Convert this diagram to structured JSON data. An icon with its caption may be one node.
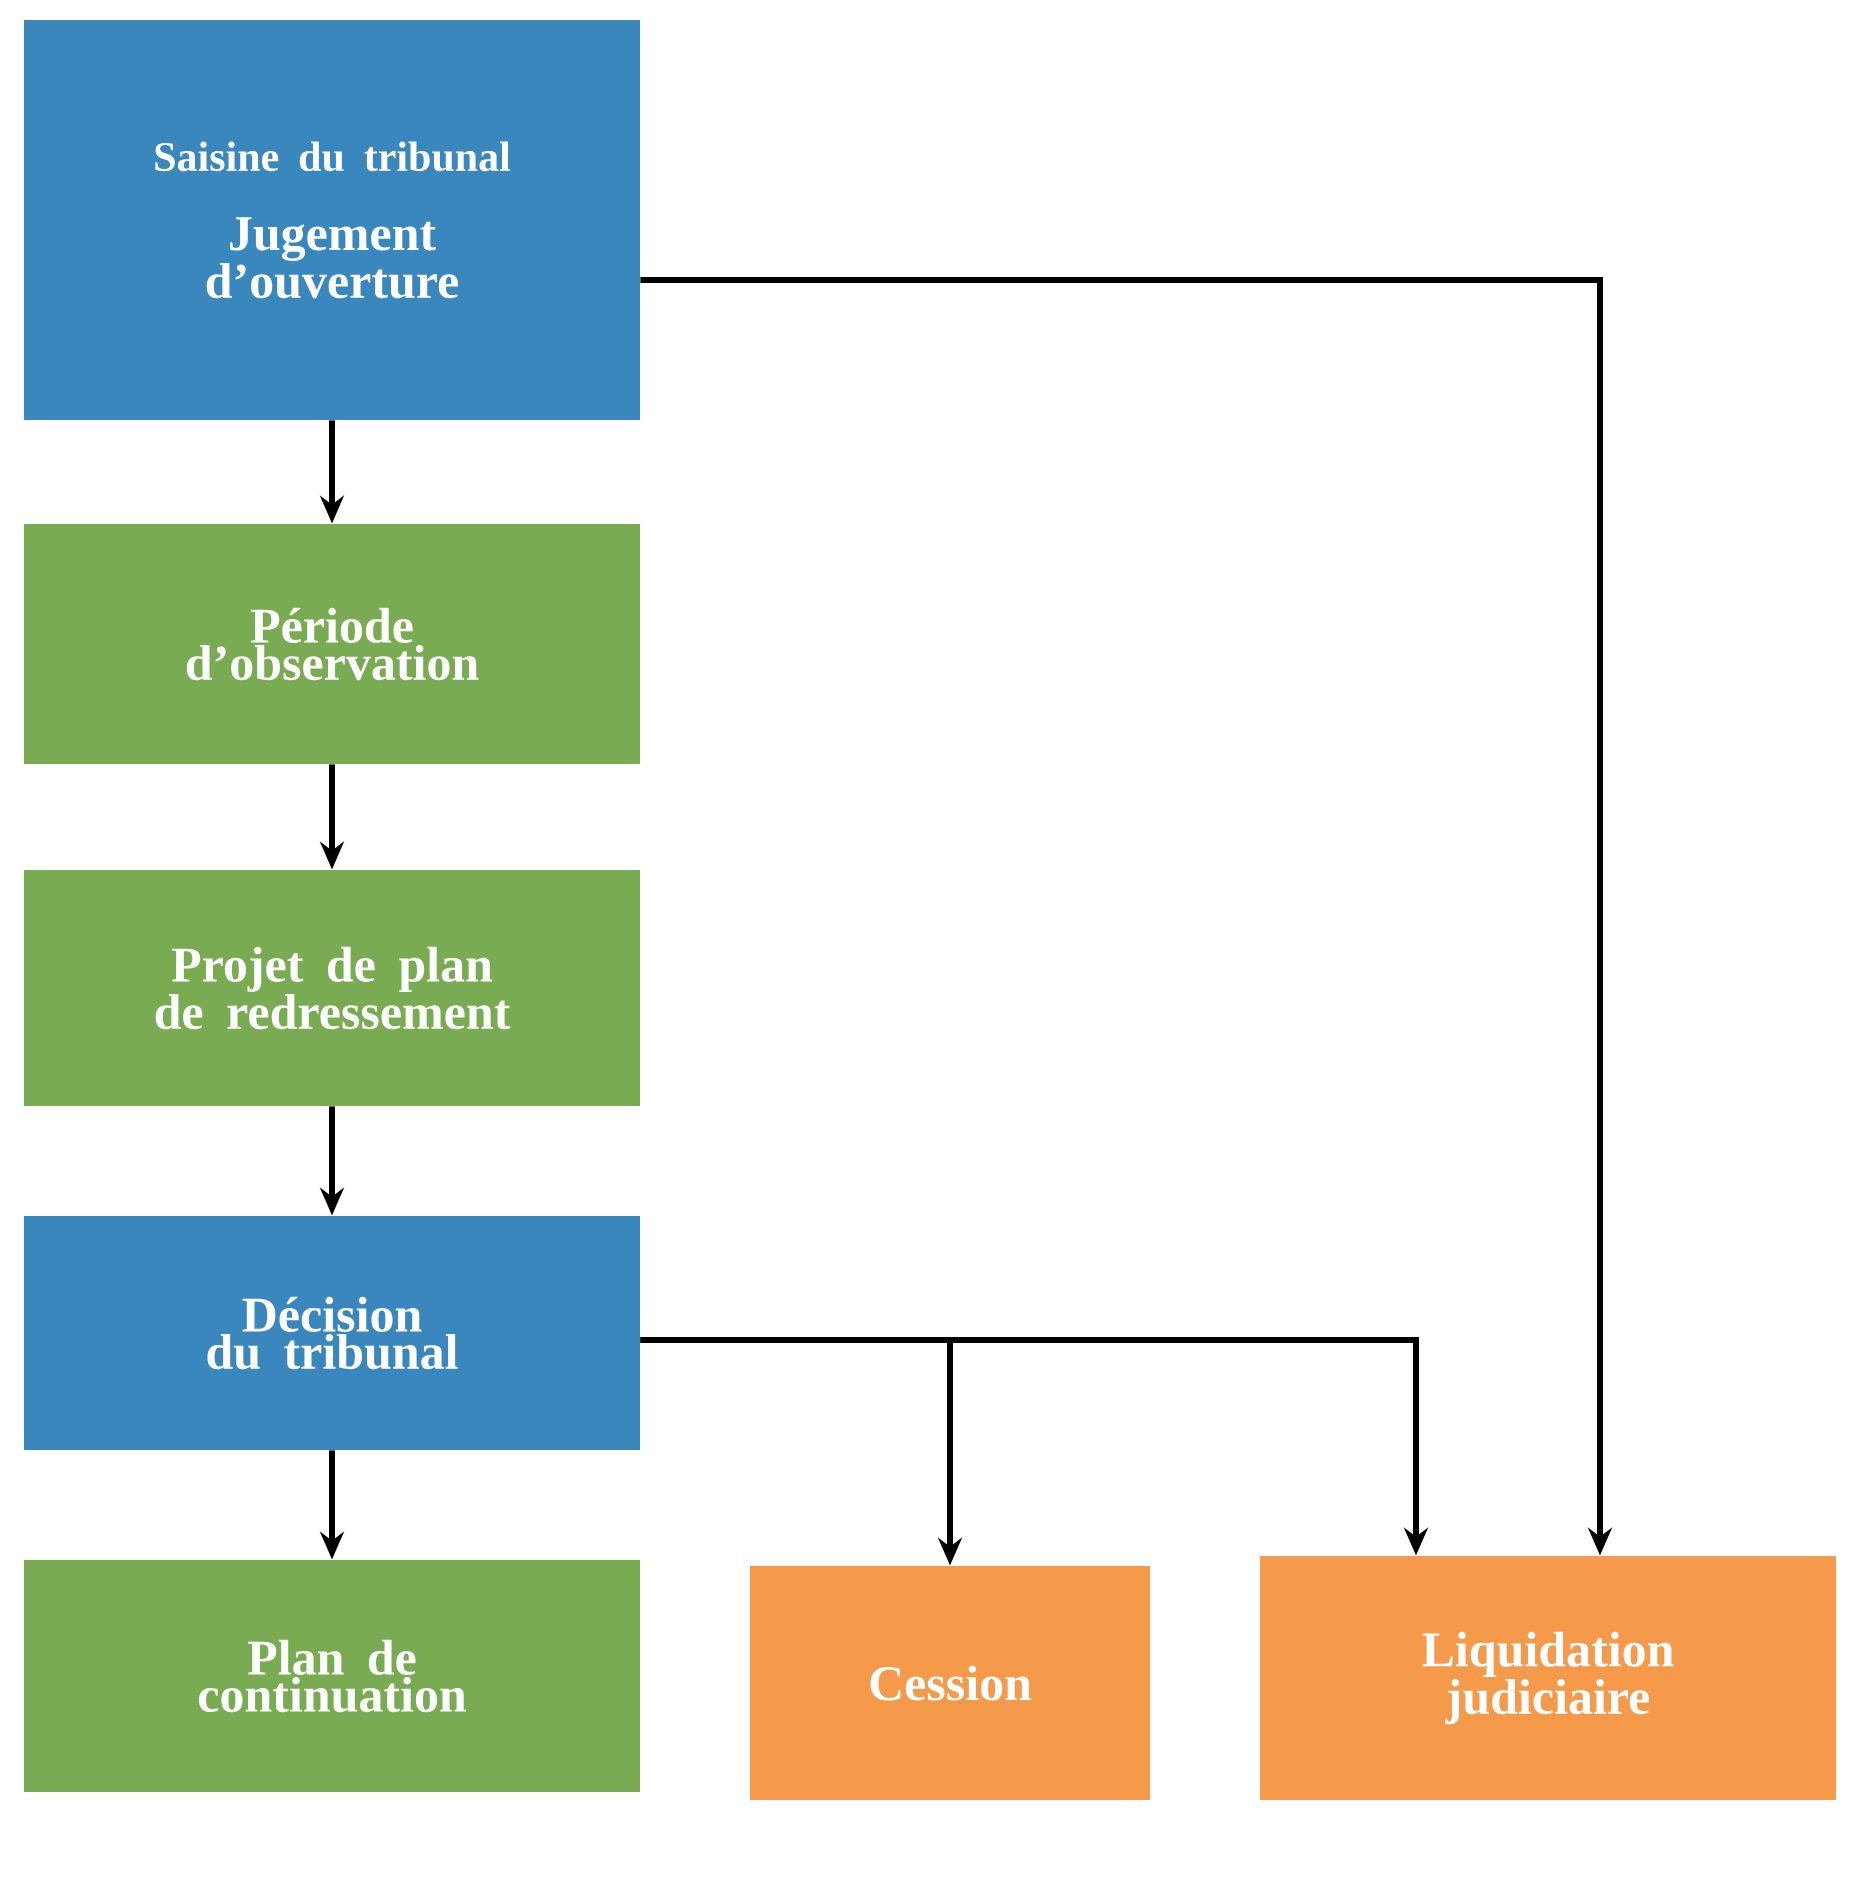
{
  "diagram": {
    "nodes": [
      {
        "text": [
          "Saisine du tribunal",
          "Jugement d’ouverture"
        ]
      },
      {
        "text": [
          "Période d’observation"
        ]
      },
      {
        "text": [
          "Projet de plan de redressement"
        ]
      },
      {
        "text": [
          "Décision du tribunal"
        ]
      },
      {
        "text": [
          "Plan de continuation"
        ]
      },
      {
        "text": [
          "Cession"
        ]
      },
      {
        "text": [
          "Liquidation judiciaire"
        ]
      }
    ],
    "edges": [
      {
        "from": 0,
        "to": 1,
        "arrow": "to"
      },
      {
        "from": 1,
        "to": 2,
        "arrow": "to"
      },
      {
        "from": 2,
        "to": 3,
        "arrow": "to"
      },
      {
        "from": 3,
        "to": 4,
        "arrow": "to"
      },
      {
        "from": 3,
        "to": 5,
        "arrow": "to"
      },
      {
        "from": 3,
        "to": 6,
        "arrow": "to"
      },
      {
        "from": 0,
        "to": 6,
        "arrow": "to"
      }
    ]
  }
}
